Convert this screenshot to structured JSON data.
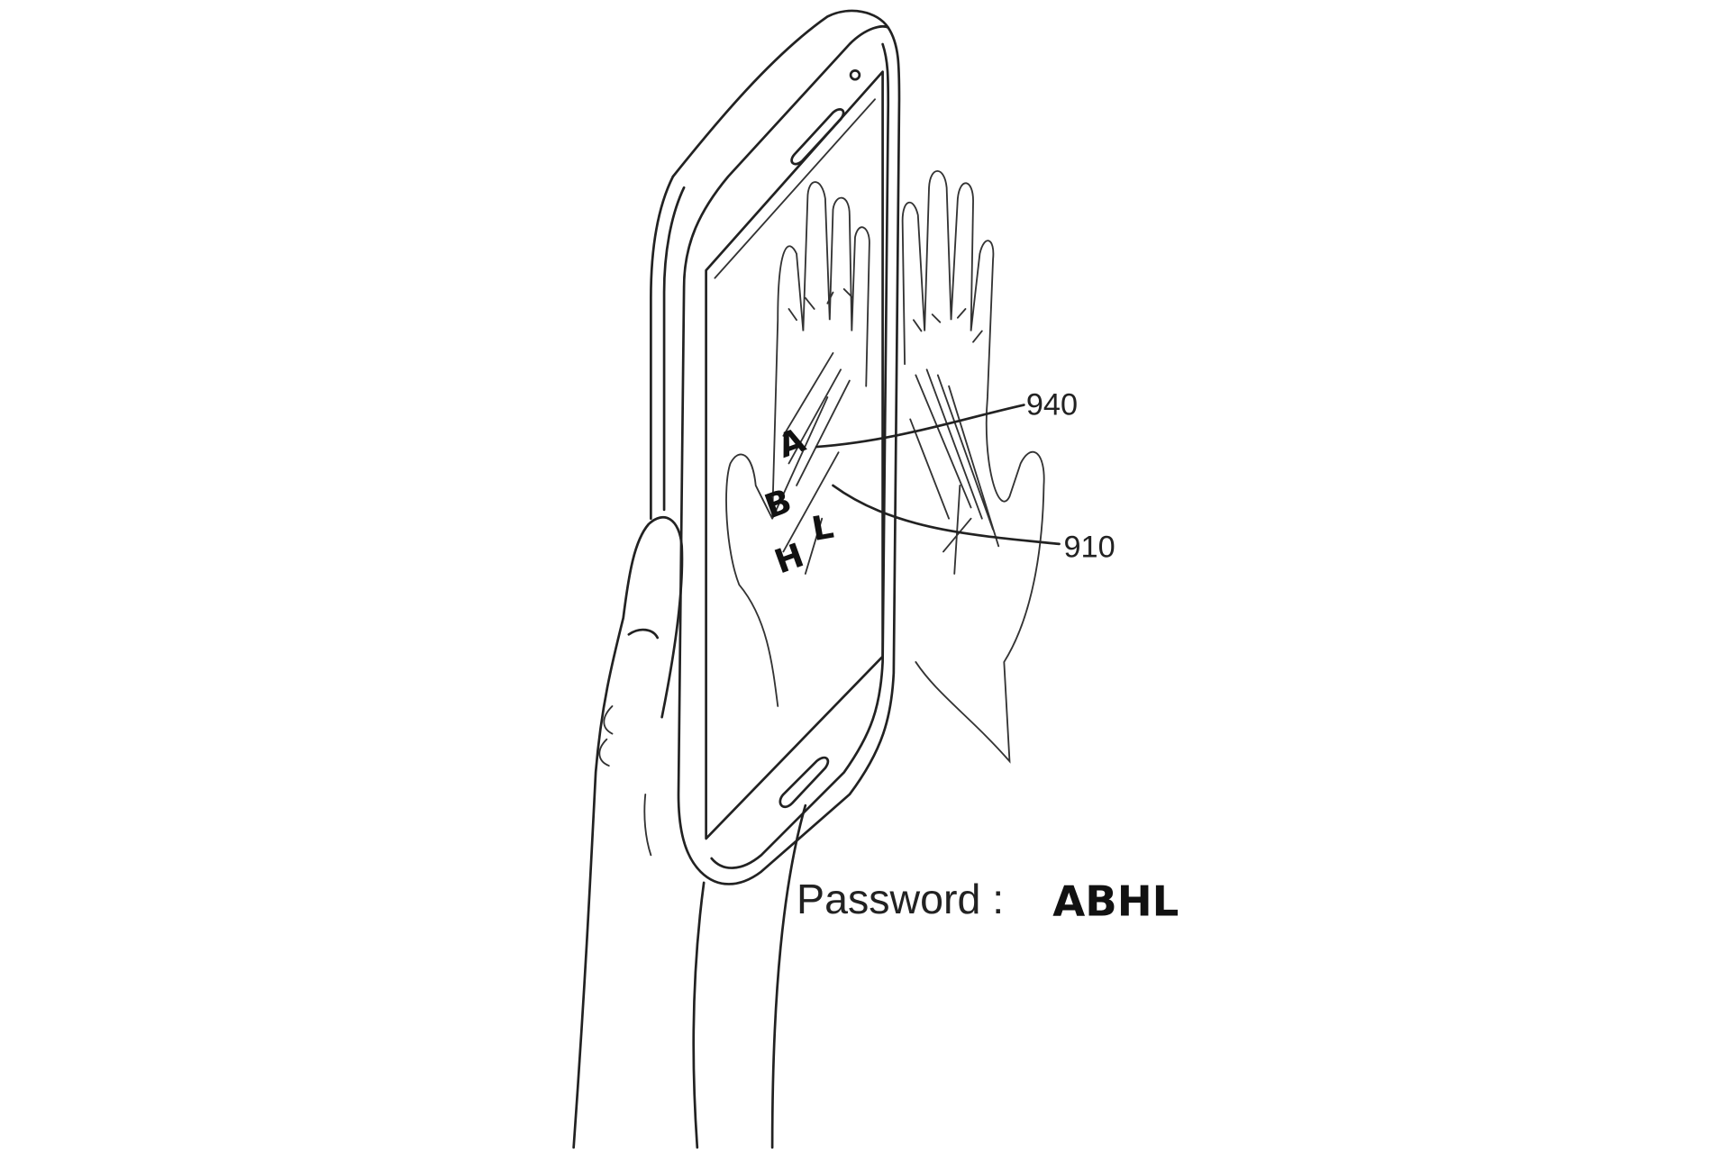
{
  "figure": {
    "reference_labels": {
      "palm_lines": "940",
      "palm_image": "910"
    },
    "password": {
      "label": "Password :",
      "value": "ABHL"
    },
    "palm_letters": [
      "A",
      "B",
      "H",
      "L"
    ]
  }
}
